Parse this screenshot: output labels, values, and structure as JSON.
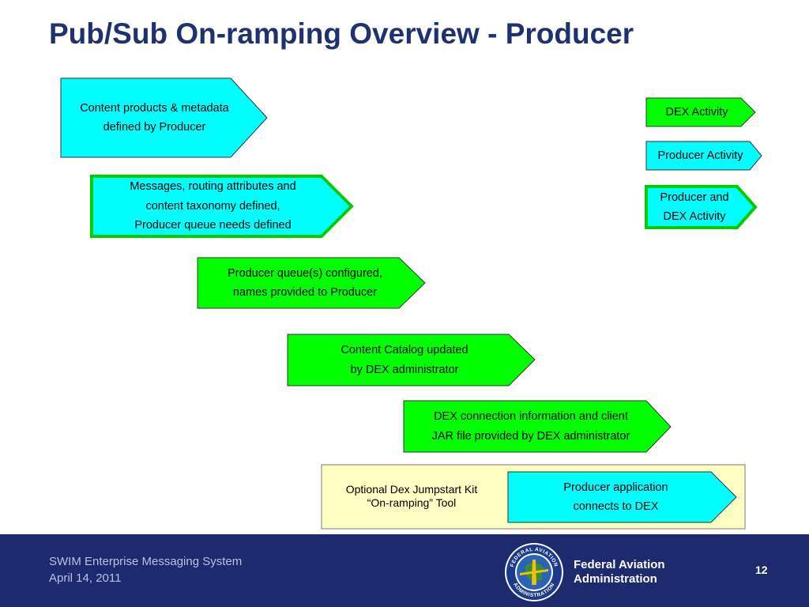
{
  "slide": {
    "title": "Pub/Sub On-ramping Overview - Producer"
  },
  "colors": {
    "producer": "#00ffff",
    "dex": "#00ff00",
    "both_border": "#00cc00",
    "optional_box": "#ffffc4",
    "title": "#1f3270",
    "footer": "#1b2b6e"
  },
  "steps": [
    {
      "lines": [
        "Content products & metadata",
        "defined by Producer"
      ],
      "actor": "producer"
    },
    {
      "lines": [
        "Messages, routing attributes and",
        "content taxonomy defined,",
        "Producer queue needs defined"
      ],
      "actor": "both"
    },
    {
      "lines": [
        "Producer queue(s) configured,",
        "names provided to Producer"
      ],
      "actor": "dex"
    },
    {
      "lines": [
        "Content Catalog updated",
        "by DEX administrator"
      ],
      "actor": "dex"
    },
    {
      "lines": [
        "DEX connection information  and client",
        "JAR file provided by DEX administrator"
      ],
      "actor": "dex"
    },
    {
      "lines": [
        "Producer application",
        "connects to DEX"
      ],
      "actor": "producer"
    }
  ],
  "optional_kit": {
    "lines": [
      "Optional Dex Jumpstart Kit",
      "“On-ramping” Tool"
    ]
  },
  "legend": [
    {
      "lines": [
        "DEX Activity"
      ],
      "actor": "dex"
    },
    {
      "lines": [
        "Producer Activity"
      ],
      "actor": "producer"
    },
    {
      "lines": [
        "Producer and",
        "DEX Activity"
      ],
      "actor": "both"
    }
  ],
  "footer": {
    "system": "SWIM Enterprise Messaging System",
    "date": "April 14, 2011",
    "agency_line1": "Federal Aviation",
    "agency_line2": "Administration",
    "page_number": "12",
    "seal_text_top": "FEDERAL AVIATION",
    "seal_text_bottom": "ADMINISTRATION"
  }
}
